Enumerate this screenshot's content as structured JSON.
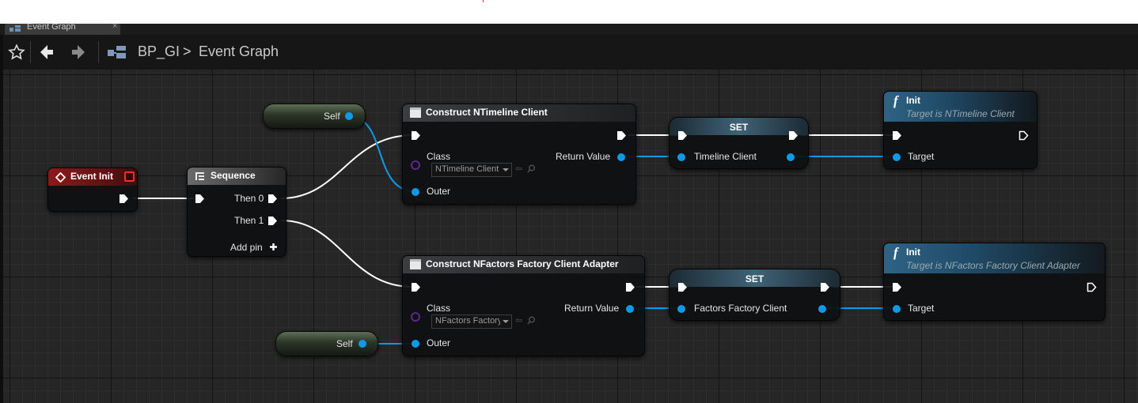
{
  "tab": {
    "label": "Event Graph",
    "close": "×"
  },
  "breadcrumb": {
    "root": "BP_GI",
    "separator": ">",
    "current": "Event Graph"
  },
  "colors": {
    "exec": "#ffffff",
    "object_pin": "#0d9be8",
    "class_pin": "#5d2690",
    "event_header": "#8b1a1a",
    "function_header": "#2a5c7a"
  },
  "icons": {
    "favorite": "star-icon",
    "back": "arrow-left-icon",
    "forward": "arrow-right-icon",
    "blueprint": "blueprint-icon"
  },
  "nodes": {
    "event_init": {
      "title": "Event Init"
    },
    "sequence": {
      "title": "Sequence",
      "then0": "Then 0",
      "then1": "Then 1",
      "add_pin": "Add pin"
    },
    "self_top": {
      "label": "Self"
    },
    "self_bottom": {
      "label": "Self"
    },
    "construct1": {
      "title": "Construct NTimeline Client",
      "class_label": "Class",
      "class_value": "NTimeline Client",
      "return_label": "Return Value",
      "outer_label": "Outer"
    },
    "construct2": {
      "title": "Construct NFactors Factory Client Adapter",
      "class_label": "Class",
      "class_value": "NFactors Factory",
      "return_label": "Return Value",
      "outer_label": "Outer"
    },
    "set1": {
      "title": "SET",
      "var_label": "Timeline Client"
    },
    "set2": {
      "title": "SET",
      "var_label": "Factors Factory Client"
    },
    "init1": {
      "title": "Init",
      "subtitle": "Target is NTimeline Client",
      "target_label": "Target"
    },
    "init2": {
      "title": "Init",
      "subtitle": "Target is NFactors Factory Client Adapter",
      "target_label": "Target"
    }
  }
}
